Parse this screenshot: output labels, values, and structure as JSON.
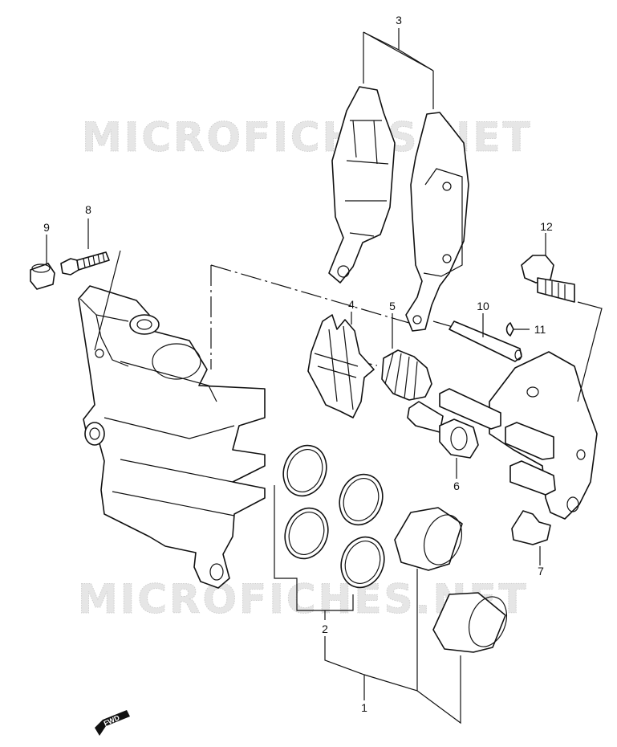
{
  "watermark": "MICROFICHES.NET",
  "fwd_label": "FWD",
  "callouts": [
    "1",
    "2",
    "3",
    "4",
    "5",
    "6",
    "7",
    "8",
    "9",
    "10",
    "11",
    "12"
  ]
}
